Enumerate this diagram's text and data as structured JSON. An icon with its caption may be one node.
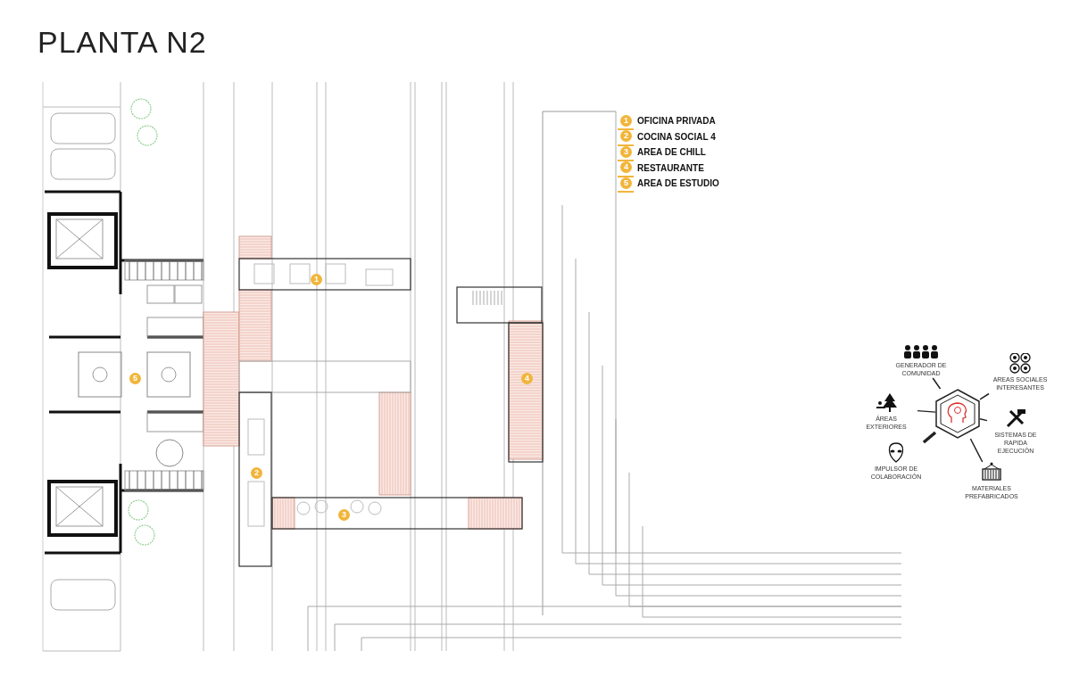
{
  "diagram": {
    "title": "PLANTA N2",
    "nodes": [
      {
        "text": [],
        "shape": "picture"
      },
      {
        "text": [
          "GENERADOR DE COMUNIDAD"
        ]
      },
      {
        "text": [
          "AREAS SOCIALES INTERESANTES"
        ]
      },
      {
        "text": [
          "ÁREAS EXTERIORES"
        ]
      },
      {
        "text": [
          "SISTEMAS DE RAPIDA EJECUCIÓN"
        ]
      },
      {
        "text": [
          "IMPULSOR DE COLABORACIÓN"
        ]
      },
      {
        "text": [
          "MATERIALES PREFABRICADOS"
        ]
      }
    ],
    "edges": [
      {
        "from": 0,
        "to": 1,
        "arrow": "none"
      },
      {
        "from": 0,
        "to": 2,
        "arrow": "none"
      },
      {
        "from": 0,
        "to": 3,
        "arrow": "none"
      },
      {
        "from": 0,
        "to": 4,
        "arrow": "none"
      },
      {
        "from": 0,
        "to": 5,
        "arrow": "none",
        "style": "thick"
      },
      {
        "from": 0,
        "to": 6,
        "arrow": "none"
      }
    ],
    "labels": [
      "1",
      "4",
      "5",
      "2",
      "3",
      "1",
      "2",
      "3",
      "4",
      "5"
    ],
    "legend": [
      {
        "text": "OFICINA PRIVADA",
        "color": "#f2b53a"
      },
      {
        "text": "COCINA SOCIAL 4",
        "color": "#f2b53a"
      },
      {
        "text": "AREA DE CHILL",
        "color": "#f2b53a"
      },
      {
        "text": "RESTAURANTE",
        "color": "#f2b53a"
      },
      {
        "text": "AREA DE ESTUDIO",
        "color": "#f2b53a"
      }
    ]
  }
}
